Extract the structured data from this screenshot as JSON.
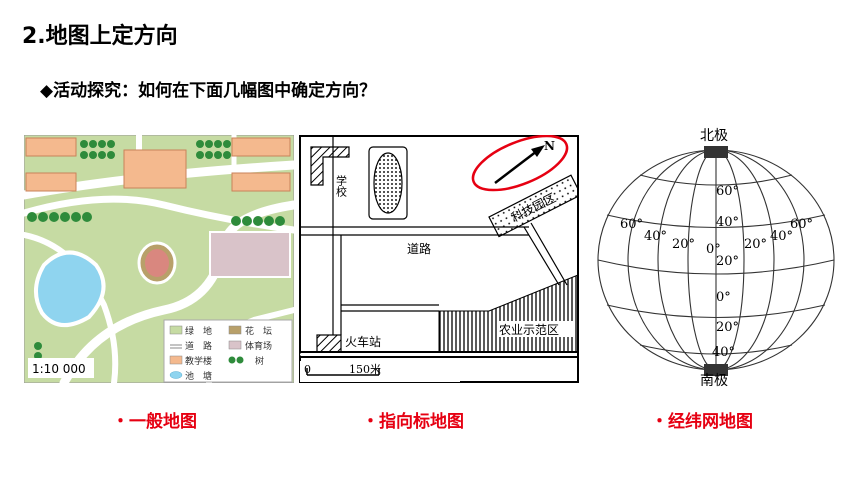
{
  "slide": {
    "title": "2.地图上定方向",
    "subtitle": "◆活动探究：如何在下面几幅图中确定方向？"
  },
  "map_general": {
    "caption": "・一般地图",
    "scale": "1:10 000",
    "legend": {
      "grass": "绿　地",
      "flower": "花　坛",
      "road": "道　路",
      "field": "体育场",
      "building": "教学楼",
      "tree": "树",
      "pond": "池　塘"
    },
    "colors": {
      "grass": "#c6dba3",
      "building": "#f4b98e",
      "field": "#d9c3c9",
      "pond": "#8fd4ef"
    }
  },
  "map_arrow": {
    "caption": "・指向标地图",
    "north_label": "N",
    "school": "学校",
    "road": "道路",
    "tech_park": "科技园区",
    "train_station": "火车站",
    "agri_zone": "农业示范区",
    "scale_start": "0",
    "scale_end": "150米",
    "highlight_color": "#e60012"
  },
  "map_grid": {
    "caption": "・经纬网地图",
    "north_pole": "北极",
    "south_pole": "南极",
    "lat_labels": [
      "60°",
      "40°",
      "20°",
      "0°",
      "20°",
      "40°"
    ],
    "lon_labels": [
      "60°",
      "40°",
      "20°",
      "0°",
      "20°",
      "40°",
      "60°"
    ]
  }
}
